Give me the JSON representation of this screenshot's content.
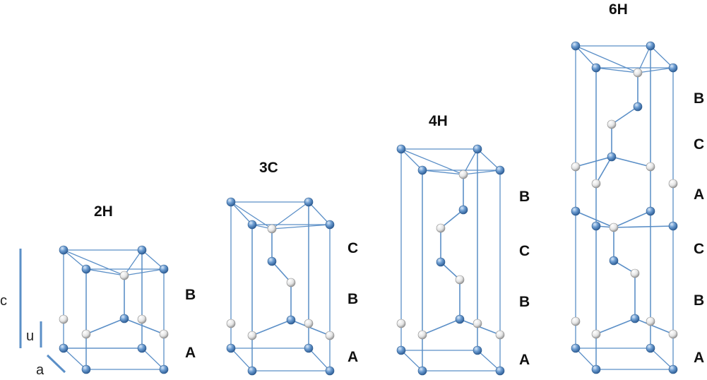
{
  "axis_legend": {
    "c": "c",
    "u": "u",
    "a": "a"
  },
  "polytypes": [
    {
      "name": "2H",
      "stack": [
        "A",
        "B"
      ]
    },
    {
      "name": "3C",
      "stack": [
        "A",
        "B",
        "C"
      ]
    },
    {
      "name": "4H",
      "stack": [
        "A",
        "B",
        "C",
        "B"
      ]
    },
    {
      "name": "6H",
      "stack": [
        "A",
        "B",
        "C",
        "A",
        "C",
        "B"
      ]
    }
  ],
  "colors": {
    "si_atom": "#5b8fc7",
    "c_atom": "#ffffff",
    "edge": "#5b8fc7"
  }
}
